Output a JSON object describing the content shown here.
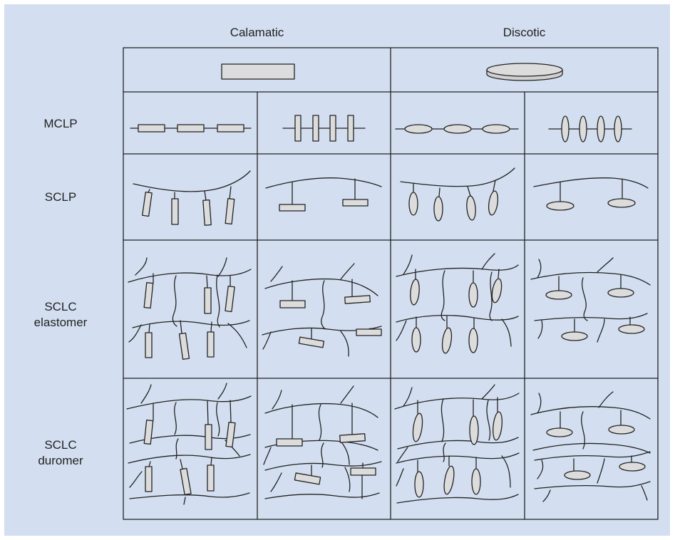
{
  "column_headers": {
    "calamatic": "Calamatic",
    "discotic": "Discotic"
  },
  "row_labels": {
    "mclp": "MCLP",
    "sclp": "SCLP",
    "sclc_elastomer_line1": "SCLC",
    "sclc_elastomer_line2": "elastomer",
    "sclc_duromer_line1": "SCLC",
    "sclc_duromer_line2": "duromer"
  },
  "colors": {
    "background": "#d3dff0",
    "line": "#222222",
    "mesogen_fill": "#dcdcdc"
  }
}
